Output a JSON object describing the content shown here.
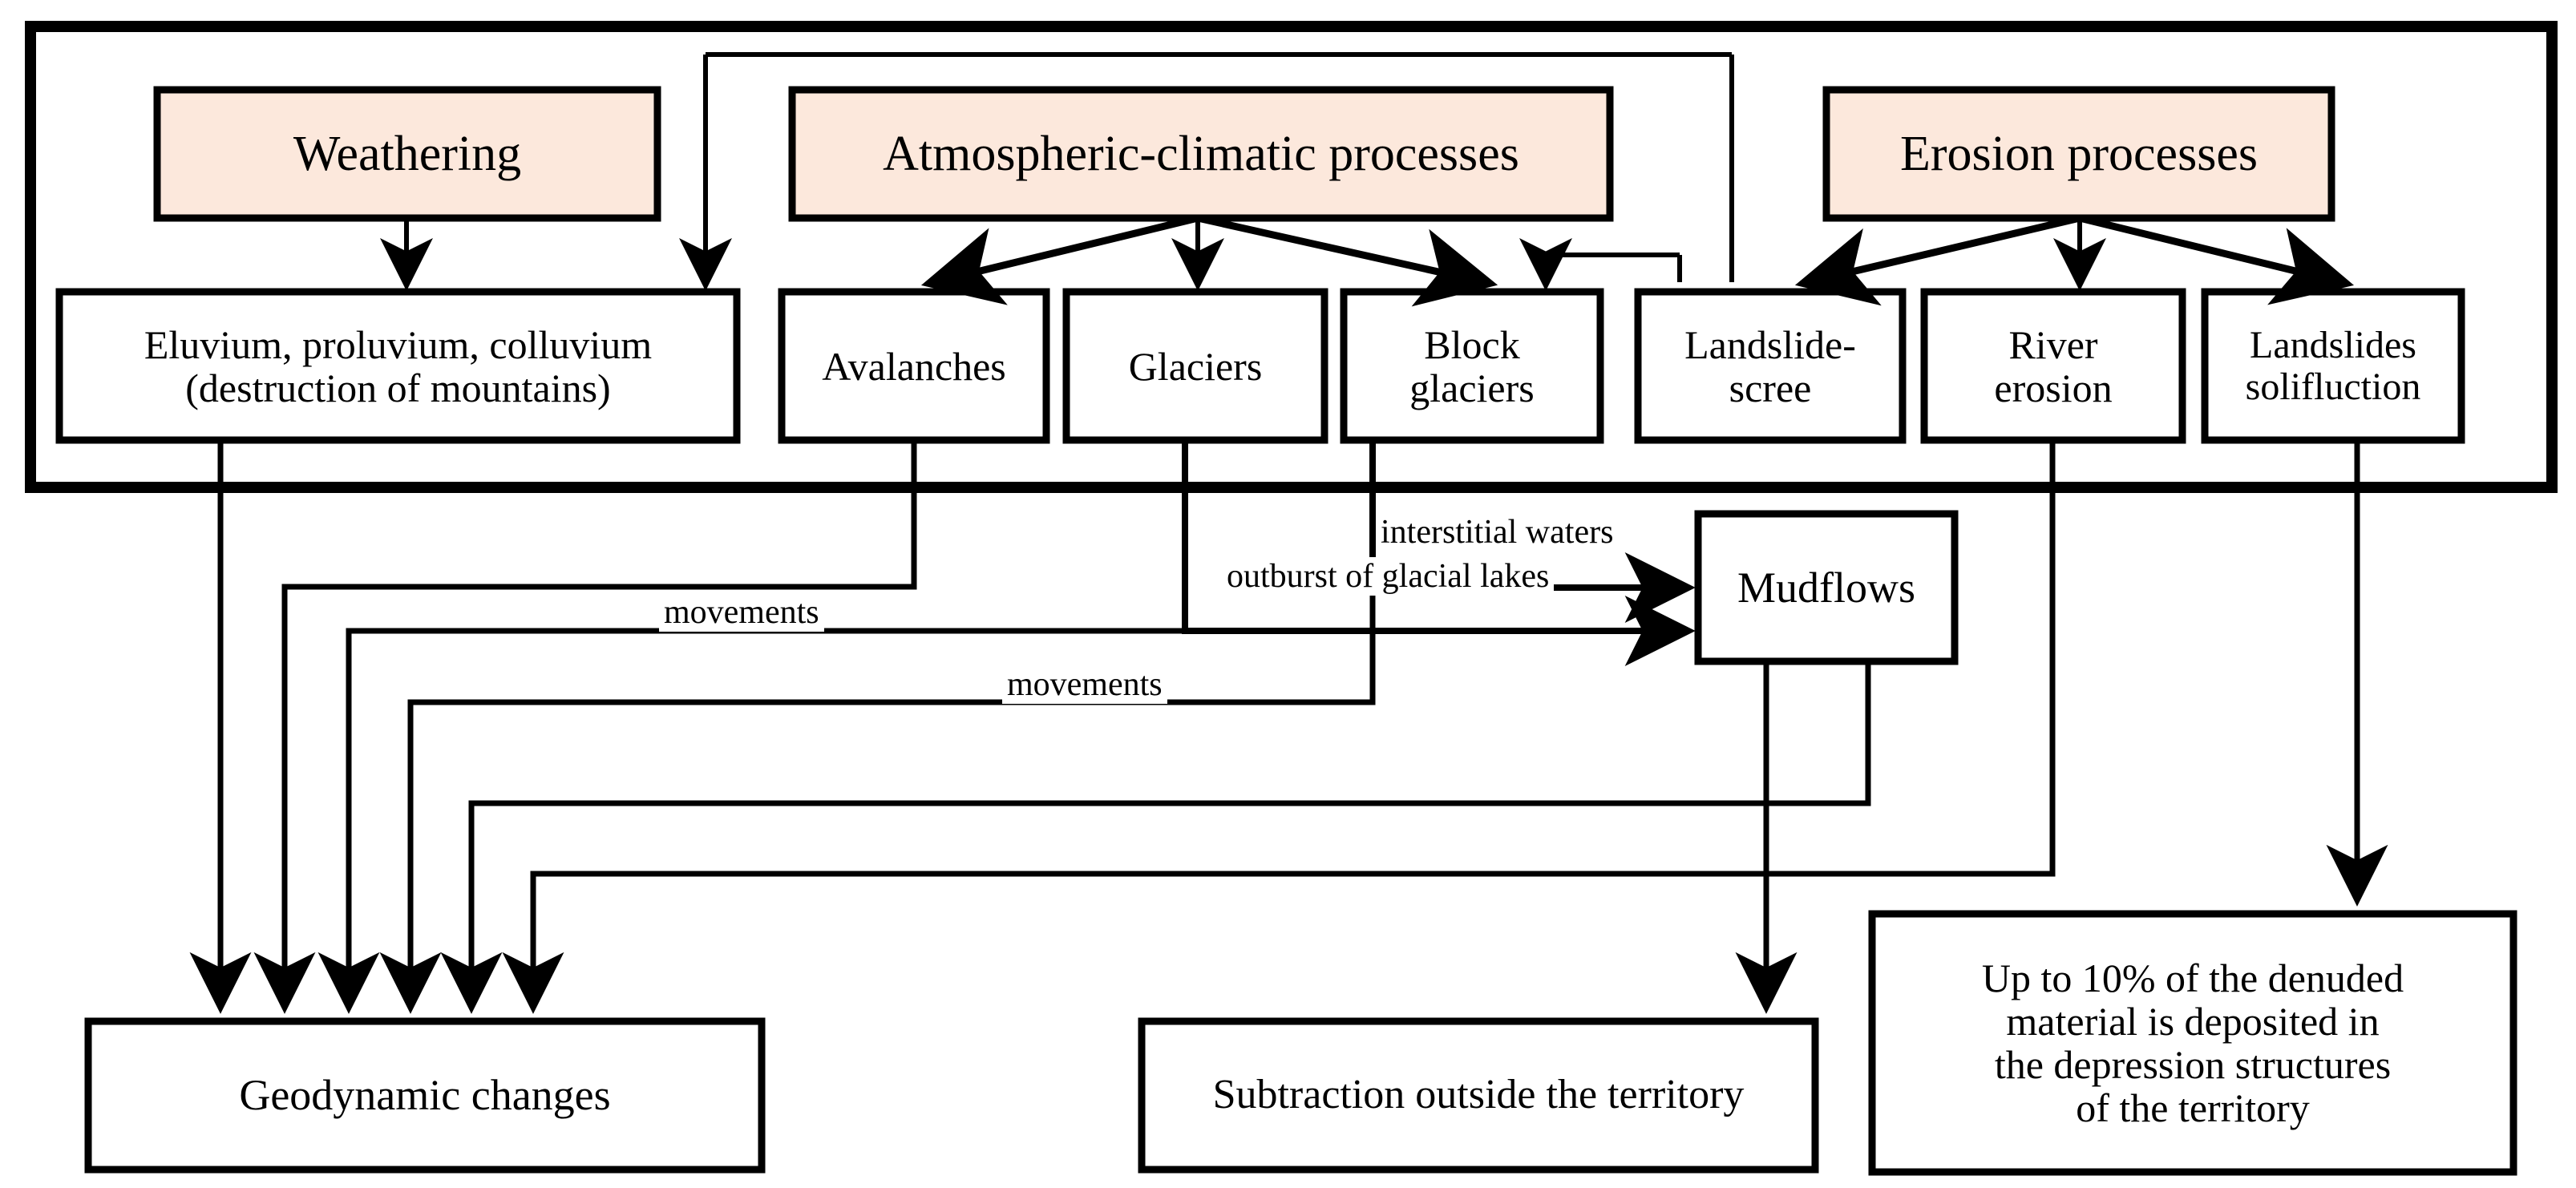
{
  "diagram": {
    "title": "Geodynamic processes flow diagram",
    "colors": {
      "accent_fill": "#fce8dc",
      "box_fill": "#ffffff",
      "stroke": "#000000",
      "background": "#ffffff"
    },
    "group_frame": {
      "label": "outer-process-group"
    },
    "drivers": [
      {
        "id": "weathering",
        "label": "Weathering",
        "fill": "#fce8dc"
      },
      {
        "id": "atmospheric",
        "label": "Atmospheric-climatic processes",
        "fill": "#fce8dc"
      },
      {
        "id": "erosion",
        "label": "Erosion processes",
        "fill": "#fce8dc"
      }
    ],
    "processes": [
      {
        "id": "eluvium",
        "label": "Eluvium, proluvium, colluvium\n(destruction of mountains)",
        "line1": "Eluvium, proluvium, colluvium",
        "line2": "(destruction of mountains)"
      },
      {
        "id": "avalanches",
        "label": "Avalanches"
      },
      {
        "id": "glaciers",
        "label": "Glaciers"
      },
      {
        "id": "block-glaciers",
        "label": "Block\nglaciers",
        "line1": "Block",
        "line2": "glaciers"
      },
      {
        "id": "landslide-scree",
        "label": "Landslide-\nscree",
        "line1": "Landslide-",
        "line2": "scree"
      },
      {
        "id": "river-erosion",
        "label": "River\nerosion",
        "line1": "River",
        "line2": "erosion"
      },
      {
        "id": "landslides-solifluction",
        "label": "Landslides\nsolifluction",
        "line1": "Landslides",
        "line2": "solifluction"
      }
    ],
    "intermediate": [
      {
        "id": "mudflows",
        "label": "Mudflows"
      }
    ],
    "outcomes": [
      {
        "id": "geodynamic-changes",
        "label": "Geodynamic changes"
      },
      {
        "id": "subtraction-outside",
        "label": "Subtraction outside the territory"
      },
      {
        "id": "deposited-material",
        "label": "Up to 10% of the denuded material is deposited in the depression structures of the territory",
        "line1": "Up to 10% of the denuded",
        "line2": "material is deposited in",
        "line3": "the depression structures",
        "line4": "of the territory"
      }
    ],
    "edge_labels": [
      {
        "id": "interstitial-waters",
        "label": "interstitial waters",
        "from": "block-glaciers",
        "to": "mudflows"
      },
      {
        "id": "outburst-glacial-lakes",
        "label": "outburst of glacial lakes",
        "from": "glaciers",
        "to": "mudflows"
      },
      {
        "id": "movements-1",
        "label": "movements",
        "from": "avalanches",
        "to": "geodynamic-changes"
      },
      {
        "id": "movements-2",
        "label": "movements",
        "from": "block-glaciers",
        "to": "geodynamic-changes"
      }
    ]
  },
  "chart_data": {
    "type": "diagram",
    "title": "Geodynamic processes flow diagram",
    "nodes": [
      {
        "id": "weathering",
        "label": "Weathering",
        "level": 1
      },
      {
        "id": "atmospheric",
        "label": "Atmospheric-climatic processes",
        "level": 1
      },
      {
        "id": "erosion",
        "label": "Erosion processes",
        "level": 1
      },
      {
        "id": "eluvium",
        "label": "Eluvium, proluvium, colluvium (destruction of mountains)",
        "level": 2
      },
      {
        "id": "avalanches",
        "label": "Avalanches",
        "level": 2
      },
      {
        "id": "glaciers",
        "label": "Glaciers",
        "level": 2
      },
      {
        "id": "block-glaciers",
        "label": "Block glaciers",
        "level": 2
      },
      {
        "id": "landslide-scree",
        "label": "Landslide-scree",
        "level": 2
      },
      {
        "id": "river-erosion",
        "label": "River erosion",
        "level": 2
      },
      {
        "id": "landslides-solifluction",
        "label": "Landslides solifluction",
        "level": 2
      },
      {
        "id": "mudflows",
        "label": "Mudflows",
        "level": 3
      },
      {
        "id": "geodynamic-changes",
        "label": "Geodynamic changes",
        "level": 4
      },
      {
        "id": "subtraction-outside",
        "label": "Subtraction outside the territory",
        "level": 4
      },
      {
        "id": "deposited-material",
        "label": "Up to 10% of the denuded material is deposited in the depression structures of the territory",
        "level": 4
      }
    ],
    "edges": [
      {
        "from": "weathering",
        "to": "eluvium",
        "label": ""
      },
      {
        "from": "atmospheric",
        "to": "eluvium",
        "label": ""
      },
      {
        "from": "atmospheric",
        "to": "avalanches",
        "label": ""
      },
      {
        "from": "atmospheric",
        "to": "glaciers",
        "label": ""
      },
      {
        "from": "atmospheric",
        "to": "block-glaciers",
        "label": ""
      },
      {
        "from": "atmospheric",
        "to": "landslide-scree",
        "label": ""
      },
      {
        "from": "erosion",
        "to": "landslide-scree",
        "label": ""
      },
      {
        "from": "erosion",
        "to": "river-erosion",
        "label": ""
      },
      {
        "from": "erosion",
        "to": "landslides-solifluction",
        "label": ""
      },
      {
        "from": "block-glaciers",
        "to": "mudflows",
        "label": "interstitial waters"
      },
      {
        "from": "glaciers",
        "to": "mudflows",
        "label": "outburst of glacial lakes"
      },
      {
        "from": "eluvium",
        "to": "geodynamic-changes",
        "label": ""
      },
      {
        "from": "avalanches",
        "to": "geodynamic-changes",
        "label": "movements"
      },
      {
        "from": "glaciers",
        "to": "geodynamic-changes",
        "label": ""
      },
      {
        "from": "block-glaciers",
        "to": "geodynamic-changes",
        "label": "movements"
      },
      {
        "from": "mudflows",
        "to": "geodynamic-changes",
        "label": ""
      },
      {
        "from": "river-erosion",
        "to": "geodynamic-changes",
        "label": ""
      },
      {
        "from": "mudflows",
        "to": "subtraction-outside",
        "label": ""
      },
      {
        "from": "landslides-solifluction",
        "to": "deposited-material",
        "label": ""
      }
    ]
  }
}
